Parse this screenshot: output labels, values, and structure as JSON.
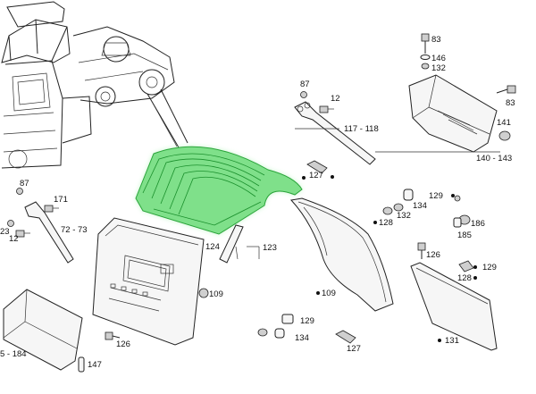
{
  "callouts": {
    "c83a": "83",
    "c146": "146",
    "c132a": "132",
    "c87a": "87",
    "c12a": "12",
    "c117": "117 - 118",
    "c83b": "83",
    "c141": "141",
    "c140": "140 - 143",
    "c127a": "127",
    "c87b": "87",
    "c171": "171",
    "c23": "23",
    "c12b": "12",
    "c72": "72 - 73",
    "c129a": "129",
    "c134a": "134",
    "c128a": "128",
    "c132b": "132",
    "c186": "186",
    "c185": "185",
    "c124": "124",
    "c123": "123",
    "c126a": "126",
    "c129b": "129",
    "c128b": "128",
    "c109a": "109",
    "c109b": "109",
    "c129c": "129",
    "c134b": "134",
    "c131": "131",
    "c184": "5 - 184",
    "c126b": "126",
    "c127b": "127",
    "c147": "147"
  },
  "colors": {
    "highlight_fill": "#7fe08a",
    "highlight_stroke": "#2aa43a"
  },
  "highlighted_part": "mudguard"
}
